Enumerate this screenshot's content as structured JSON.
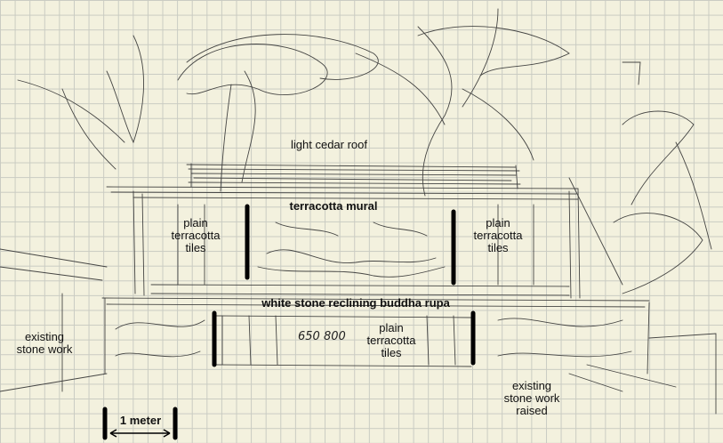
{
  "labels": {
    "roof": "light cedar roof",
    "mural": "terracotta mural",
    "tiles_left": "plain\nterracotta\ntiles",
    "tiles_right": "plain\nterracotta\ntiles",
    "buddha": "white stone reclining buddha rupa",
    "tiles_center": "plain\nterracotta\ntiles",
    "stone_left": "existing\nstone work",
    "stone_right": "existing\nstone work\nraised",
    "scale": "1 meter",
    "handwritten": "650 800"
  },
  "colors": {
    "paper": "#f3f1de",
    "grid": "#c9cbc2",
    "ink": "#1a1a1a"
  }
}
